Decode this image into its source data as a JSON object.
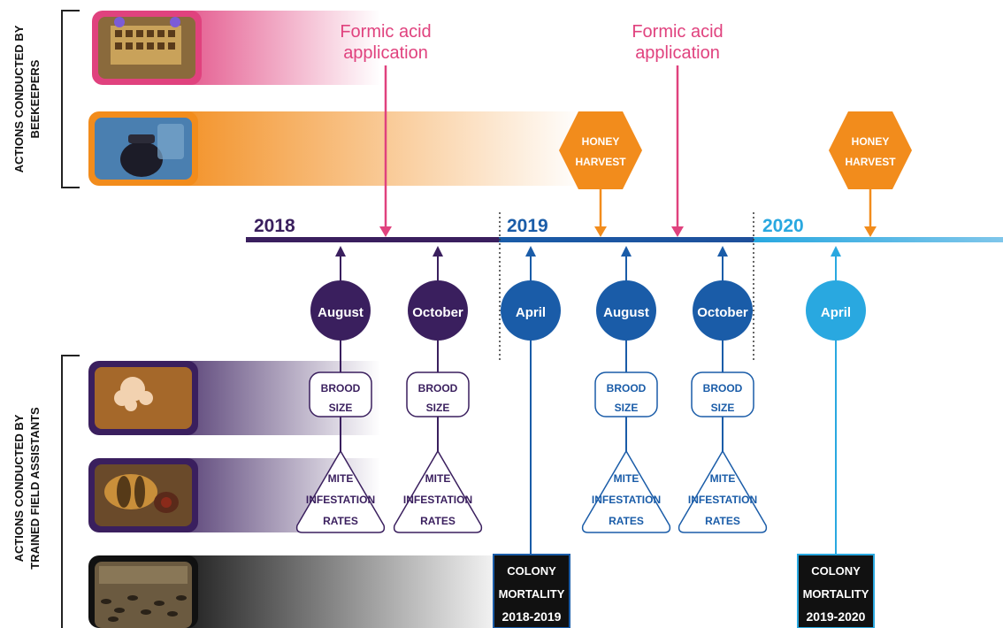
{
  "side_labels": {
    "beekeepers": [
      "ACTIONS CONDUCTED BY",
      "BEEKEEPERS"
    ],
    "field_assistants": [
      "ACTIONS CONDUCTED BY",
      "TRAINED FIELD ASSISTANTS"
    ]
  },
  "photos": {
    "frame_inspection": "frame inspection photo",
    "honey_jar": "honey harvest photo",
    "brood_comb": "brood comb photo",
    "bee_mite": "bee with mite photo",
    "dead_bees": "dead colony photo"
  },
  "formic_acid": [
    {
      "line1": "Formic acid",
      "line2": "application"
    },
    {
      "line1": "Formic acid",
      "line2": "application"
    }
  ],
  "honey_harvest": [
    {
      "line1": "HONEY",
      "line2": "HARVEST"
    },
    {
      "line1": "HONEY",
      "line2": "HARVEST"
    }
  ],
  "years": [
    "2018",
    "2019",
    "2020"
  ],
  "months": [
    "August",
    "October",
    "April",
    "August",
    "October",
    "April"
  ],
  "brood": [
    {
      "line1": "BROOD",
      "line2": "SIZE"
    },
    {
      "line1": "BROOD",
      "line2": "SIZE"
    },
    {
      "line1": "BROOD",
      "line2": "SIZE"
    },
    {
      "line1": "BROOD",
      "line2": "SIZE"
    }
  ],
  "mite": [
    {
      "line1": "MITE",
      "line2": "INFESTATION",
      "line3": "RATES"
    },
    {
      "line1": "MITE",
      "line2": "INFESTATION",
      "line3": "RATES"
    },
    {
      "line1": "MITE",
      "line2": "INFESTATION",
      "line3": "RATES"
    },
    {
      "line1": "MITE",
      "line2": "INFESTATION",
      "line3": "RATES"
    }
  ],
  "mortality": [
    {
      "line1": "COLONY",
      "line2": "MORTALITY",
      "line3": "2018-2019"
    },
    {
      "line1": "COLONY",
      "line2": "MORTALITY",
      "line3": "2019-2020"
    }
  ],
  "colors": {
    "purple": "#3a1f5e",
    "blue": "#1a5ca8",
    "light_blue": "#29a8e0",
    "pink": "#e0427e",
    "orange": "#f28c1c",
    "black": "#111111"
  }
}
